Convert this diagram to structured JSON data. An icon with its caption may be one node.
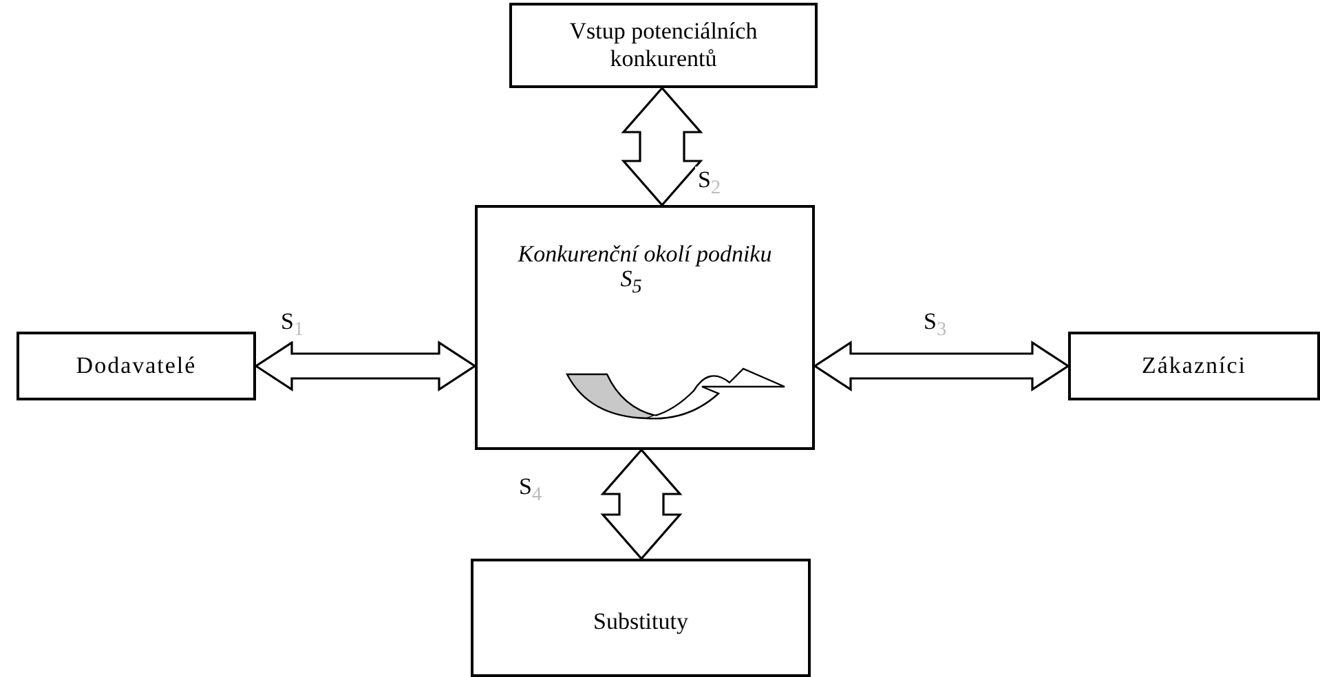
{
  "diagram": {
    "nodes": [
      {
        "text": [
          "Vstup potenciálních konkurentů"
        ]
      },
      {
        "text": [
          "Dodavatelé"
        ]
      },
      {
        "text": [
          "Konkurenční okolí podniku",
          "S$_{5}$"
        ]
      },
      {
        "text": [
          "Zákazníci"
        ]
      },
      {
        "text": [
          "Substituty"
        ]
      }
    ],
    "edges": [
      {
        "from": 0,
        "to": 2,
        "arrow": "both",
        "label": "S$_{2}$"
      },
      {
        "from": 1,
        "to": 2,
        "arrow": "both",
        "label": "S$_{1}$"
      },
      {
        "from": 2,
        "to": 3,
        "arrow": "both",
        "label": "S$_{3}$"
      },
      {
        "from": 2,
        "to": 4,
        "arrow": "both",
        "label": "S$_{4}$"
      }
    ]
  }
}
